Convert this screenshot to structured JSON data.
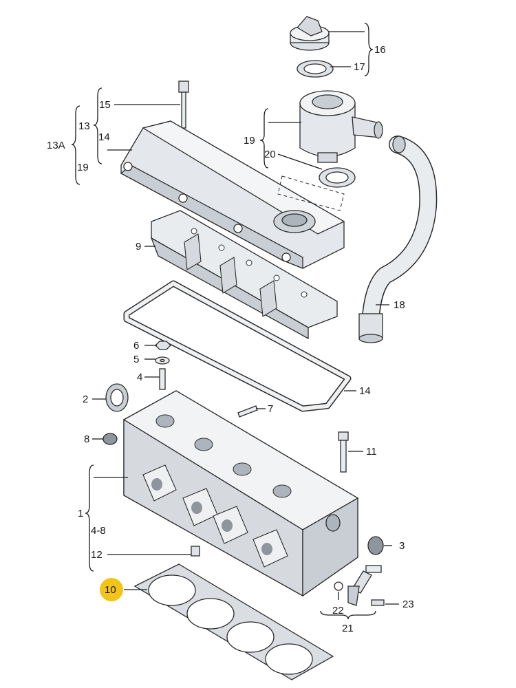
{
  "callouts": {
    "c16": "16",
    "c17": "17",
    "c15": "15",
    "c13a": "13A",
    "c13": "13",
    "c14a": "14",
    "c19a": "19",
    "c19b": "19",
    "c20": "20",
    "c9": "9",
    "c18": "18",
    "c6": "6",
    "c5": "5",
    "c4": "4",
    "c2": "2",
    "c14b": "14",
    "c7": "7",
    "c8": "8",
    "c11": "11",
    "c1": "1",
    "c48": "4-8",
    "c3": "3",
    "c12": "12",
    "c10": "10",
    "c22": "22",
    "c23": "23",
    "c21": "21"
  },
  "colors": {
    "highlight": "#f2c318",
    "part_fill": "#e9ecef",
    "part_shade": "#c9ced4",
    "line": "#1a1a1a"
  }
}
